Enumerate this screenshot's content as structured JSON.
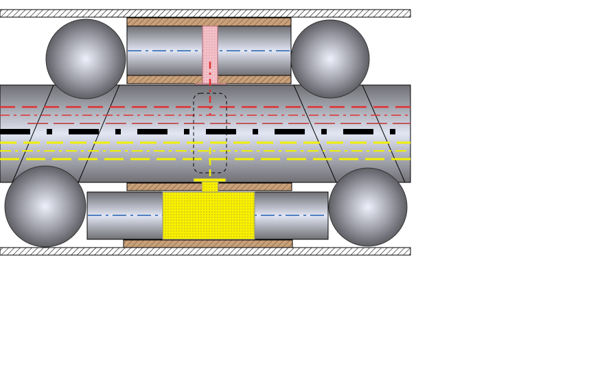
{
  "diagram": {
    "description_visible_text": "",
    "colors": {
      "pipe_light": "#e2e6f3",
      "pipe_dark": "#6f6f74",
      "wall_hatch": "#000000",
      "bearing_brown": "#c8a07a",
      "red_seal": "#f4c0c8",
      "yellow_fill": "#f8f000",
      "center_line_blue": "#4f80c0",
      "line_red": "#e03030",
      "line_yellow": "#f0f000",
      "line_black": "#000000"
    },
    "parts": [
      "top-wall",
      "bottom-wall",
      "upper-roller",
      "lower-roller",
      "main-shaft",
      "upper-left-ball",
      "upper-right-ball",
      "lower-left-ball",
      "lower-right-ball",
      "red-seal-plug",
      "yellow-seal-block"
    ]
  }
}
